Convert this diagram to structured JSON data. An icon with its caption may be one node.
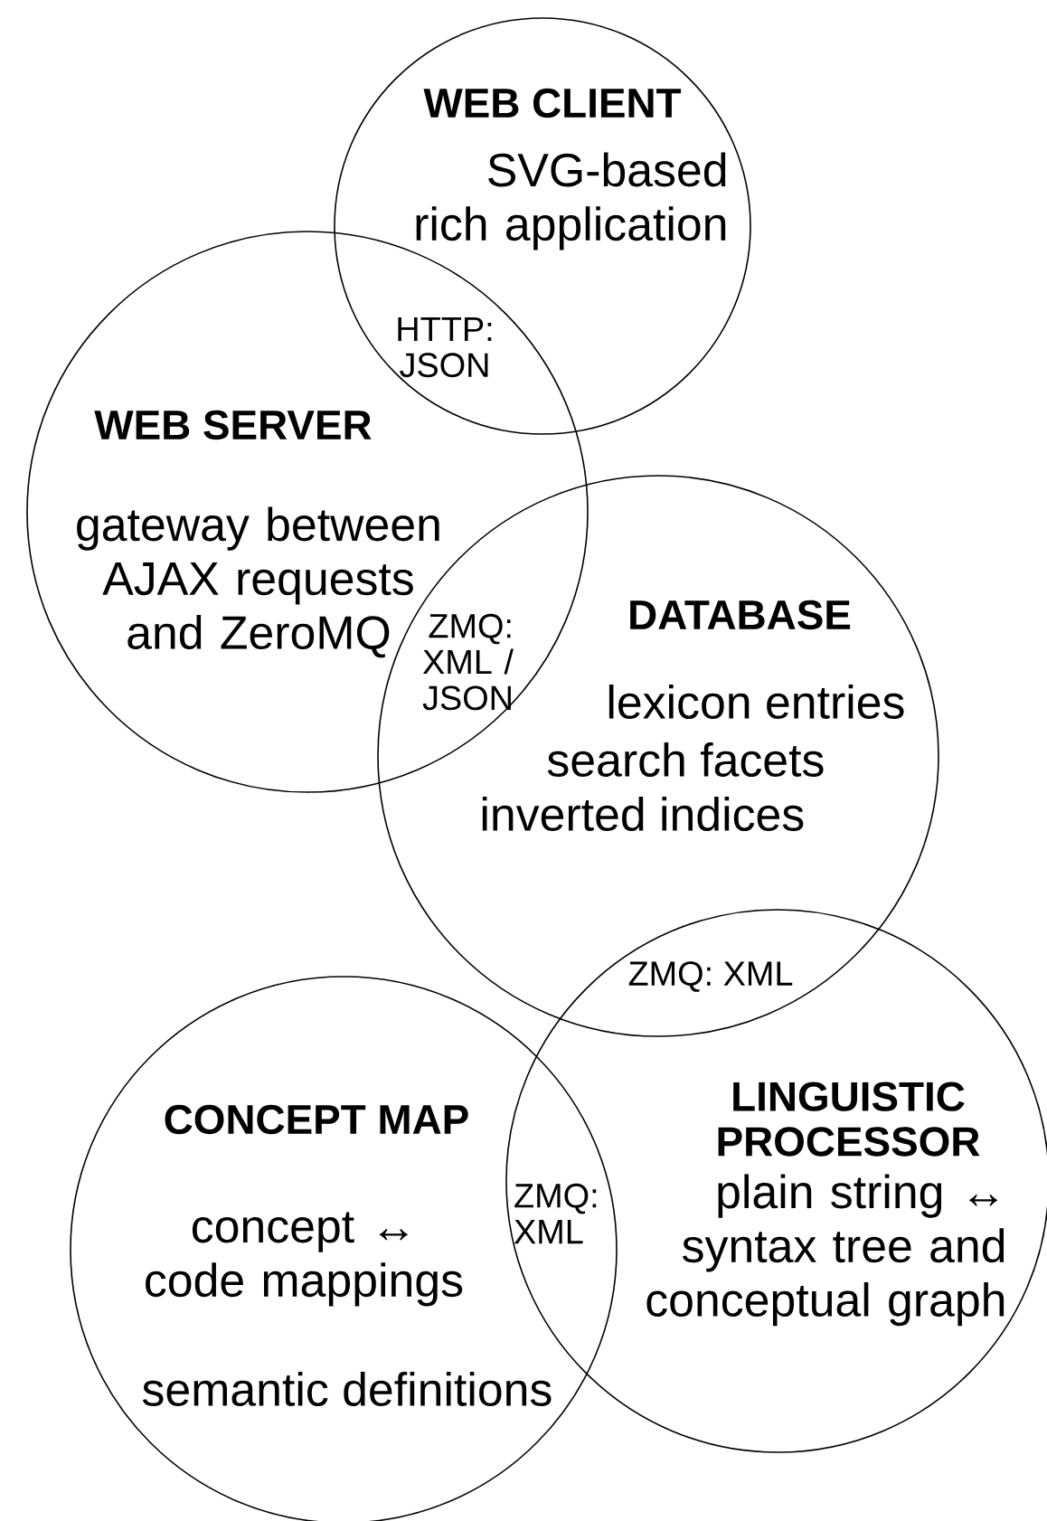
{
  "diagram": {
    "nodes": [
      {
        "text": [
          "WEB CLIENT",
          "SVG-based rich application"
        ]
      },
      {
        "text": [
          "WEB SERVER",
          "gateway between AJAX requests and ZeroMQ"
        ]
      },
      {
        "text": [
          "DATABASE",
          "lexicon entries",
          "search facets",
          "inverted indices"
        ]
      },
      {
        "text": [
          "CONCEPT MAP",
          "concept ↔ code mappings",
          "semantic definitions"
        ]
      },
      {
        "text": [
          "LINGUISTIC PROCESSOR",
          "plain string ↔ syntax tree and conceptual graph"
        ]
      }
    ],
    "labels": [
      "HTTP: JSON",
      "ZMQ: XML / JSON",
      "ZMQ: XML",
      "ZMQ: XML"
    ]
  }
}
